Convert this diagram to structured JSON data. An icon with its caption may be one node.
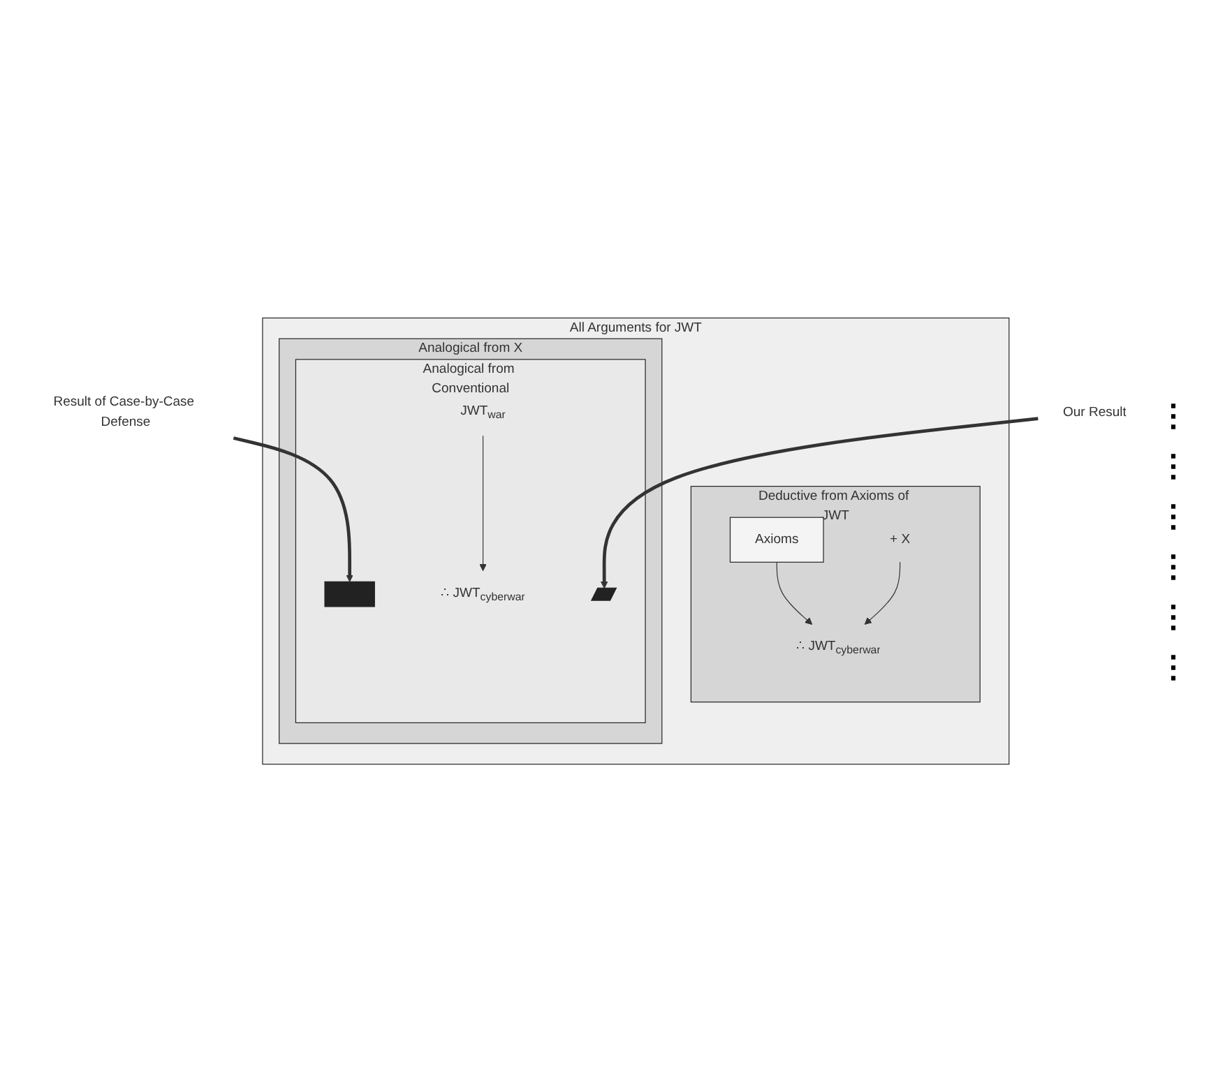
{
  "diagram": {
    "nodes": [
      {
        "text": [
          "All Arguments for JWT"
        ]
      },
      {
        "text": [
          "Deductive from Axioms of JWT"
        ],
        "in": 0
      },
      {
        "text": [
          "Axioms"
        ],
        "in": 1
      },
      {
        "text": [
          "+ X"
        ],
        "in": 1
      },
      {
        "text": [
          "∴ JWT$_{cyberwar}$"
        ],
        "in": 1
      },
      {
        "text": [
          "Analogical from X"
        ],
        "in": 0
      },
      {
        "text": [
          "Analogical from Conventional"
        ],
        "in": 5
      },
      {
        "text": [
          "JWT$_{war}$"
        ],
        "in": 6
      },
      {
        "text": [],
        "shape": "bar",
        "in": 6
      },
      {
        "text": [
          "∴ JWT$_{cyberwar}$"
        ],
        "in": 6
      },
      {
        "text": [],
        "shape": "line",
        "in": 6
      },
      {
        "text": [
          "Our Result"
        ]
      },
      {
        "text": [
          "Result of Case-by-Case Defense"
        ]
      }
    ],
    "edges": [
      {
        "from": 2,
        "to": 4,
        "arrow": "to"
      },
      {
        "from": 3,
        "to": 4,
        "arrow": "to"
      },
      {
        "from": 7,
        "to": 9,
        "arrow": "to"
      },
      {
        "from": 11,
        "to": 10,
        "arrow": "to",
        "style": "thick",
        "color": "#333333"
      },
      {
        "from": 12,
        "to": 8,
        "arrow": "to",
        "style": "thick",
        "color": "#333333"
      }
    ],
    "labels": [
      "⋮",
      "⋮",
      "⋮",
      "⋮",
      "⋮",
      "⋮"
    ]
  }
}
